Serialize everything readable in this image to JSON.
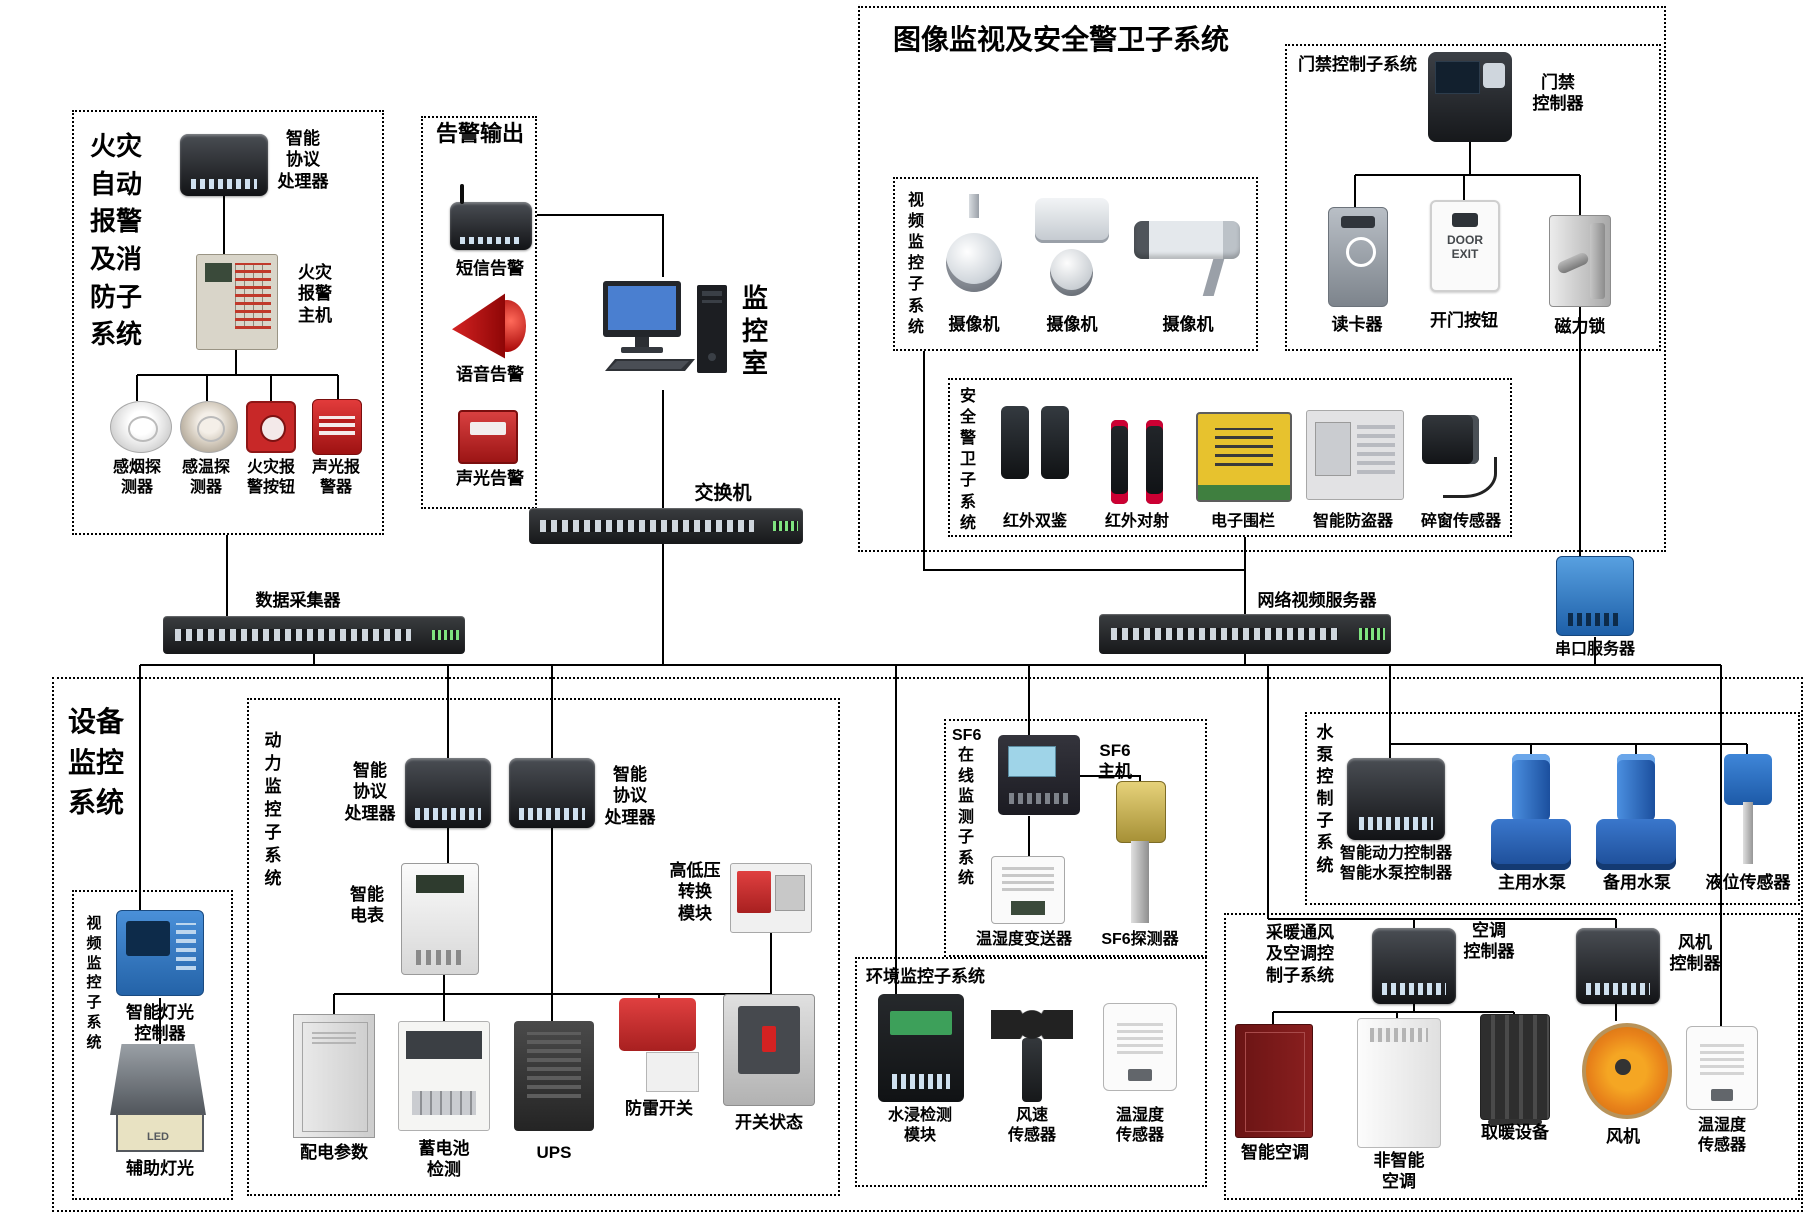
{
  "colors": {
    "line": "#000000",
    "box_border": "#000000",
    "device_blue": "#2a6fb8",
    "alarm_red": "#c02020",
    "pump_blue": "#2a6fd4",
    "fan_yellow": "#f5a623"
  },
  "fire": {
    "title": "火灾\n自动\n报警\n及消\n防子\n系统",
    "processor": "智能\n协议\n处理器",
    "host": "火灾\n报警\n主机",
    "smoke": "感烟探\n测器",
    "heat": "感温探\n测器",
    "button": "火灾报\n警按钮",
    "strobe": "声光报\n警器"
  },
  "alarm": {
    "title": "告警输出",
    "sms": "短信告警",
    "voice": "语音告警",
    "light": "声光告警"
  },
  "monitor": {
    "room": "监\n控\n室",
    "switch": "交换机"
  },
  "surv": {
    "title": "图像监视及安全警卫子系统",
    "video_title": "视\n频\n监\n控\n子\n系\n统",
    "cam1": "摄像机",
    "cam2": "摄像机",
    "cam3": "摄像机",
    "access_title": "门禁控制子系统",
    "controller": "门禁\n控制器",
    "reader": "读卡器",
    "door_button": "开门按钮",
    "door_text": "DOOR\nEXIT",
    "lock": "磁力锁",
    "security_title": "安\n全\n警\n卫\n子\n系\n统",
    "ir_dual": "红外双鉴",
    "ir_beam": "红外对射",
    "fence": "电子围栏",
    "burglar": "智能防盗器",
    "glass": "碎窗传感器"
  },
  "backbone": {
    "collector": "数据采集器",
    "nvr": "网络视频服务器",
    "serial": "串口服务器"
  },
  "equip": {
    "title": "设备\n监控\n系统",
    "video_title": "视\n频\n监\n控\n子\n系\n统",
    "light_ctrl": "智能灯光\n控制器",
    "aux_light": "辅助灯光",
    "led_text": "LED",
    "power_title": "动\n力\n监\n控\n子\n系\n统",
    "proc_left": "智能\n协议\n处理器",
    "proc_right": "智能\n协议\n处理器",
    "meter": "智能\n电表",
    "hv_module": "高低压\n转换\n模块",
    "dist": "配电参数",
    "battery": "蓄电池\n检测",
    "ups": "UPS",
    "lightning": "防雷开关",
    "breaker": "开关状态",
    "sf6_title": "SF6\n在\n线\n监\n测\n子\n系\n统",
    "sf6_host": "SF6\n主机",
    "transmitter": "温湿度变送器",
    "sf6_detector": "SF6探测器",
    "env_title": "环境监控子系统",
    "water": "水浸检测\n模块",
    "wind": "风速\n传感器",
    "temphum_env": "温湿度\n传感器",
    "pump_title": "水\n泵\n控\n制\n子\n系\n统",
    "pump_ctrl": "智能动力控制器\n智能水泵控制器",
    "pump_main": "主用水泵",
    "pump_backup": "备用水泵",
    "level": "液位传感器",
    "hvac_title": "采暖通风\n及空调控\n制子系统",
    "ac_ctrl": "空调\n控制器",
    "fan_ctrl": "风机\n控制器",
    "smart_ac": "智能空调",
    "plain_ac": "非智能\n空调",
    "heater": "取暖设备",
    "fan": "风机",
    "temphum_hvac": "温湿度\n传感器"
  }
}
